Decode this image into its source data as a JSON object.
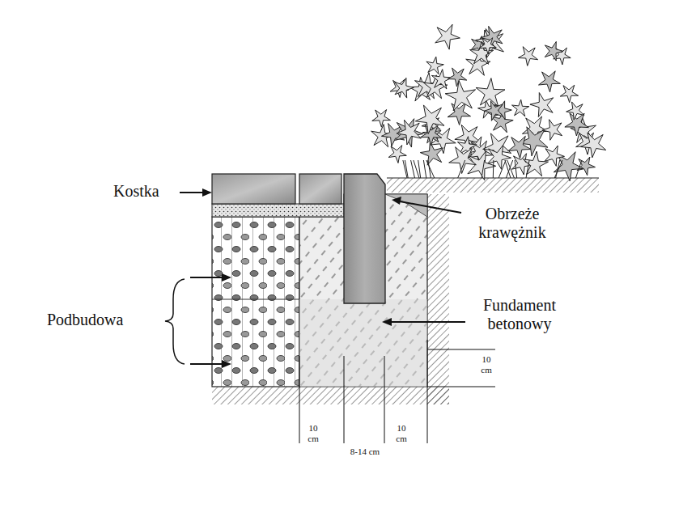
{
  "diagram": {
    "labels": [
      "Kostka",
      "Obrzeże krawężnik",
      "Podbudowa",
      "Fundament betonowy",
      "10 cm",
      "10 cm",
      "8-14 cm",
      "10 cm"
    ]
  }
}
